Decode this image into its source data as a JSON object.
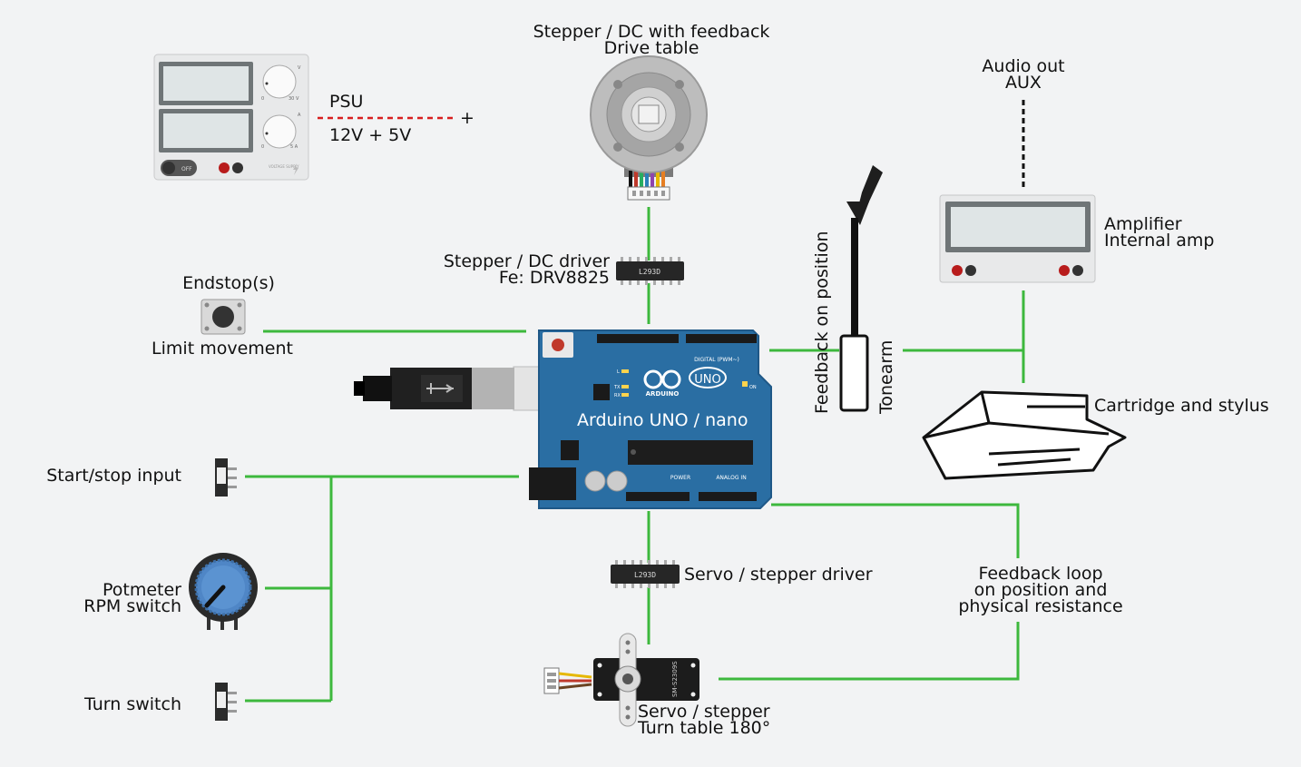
{
  "labels": {
    "drive_title": "Stepper / DC with feedback",
    "drive_sub": "Drive table",
    "psu_title": "PSU",
    "psu_voltage": "12V + 5V",
    "psu_plus": "+",
    "audio_title": "Audio out",
    "audio_sub": "AUX",
    "amp_title": "Amplifier",
    "amp_sub": "Internal amp",
    "driver_title": "Stepper / DC driver",
    "driver_sub": "Fe: DRV8825",
    "endstop_title": "Endstop(s)",
    "endstop_sub": "Limit movement",
    "feedback_position": "Feedback on position",
    "tonearm": "Tonearm",
    "cartridge": "Cartridge and stylus",
    "arduino": "Arduino UNO / nano",
    "start_stop": "Start/stop input",
    "potmeter": "Potmeter",
    "rpm_switch": "RPM switch",
    "turn_switch": "Turn switch",
    "servo_driver": "Servo / stepper driver",
    "servo_title": "Servo / stepper",
    "servo_sub": "Turn table 180°",
    "loop_l1": "Feedback loop",
    "loop_l2": "on position and",
    "loop_l3": "physical resistance"
  },
  "chips": {
    "top_chip": "L293D",
    "bottom_chip": "L293D"
  },
  "board": {
    "logo": "UNO",
    "brand": "ARDUINO",
    "digital": "DIGITAL (PWM~)",
    "power": "POWER",
    "analog": "ANALOG IN",
    "on": "ON",
    "l": "L",
    "tx": "TX",
    "rx": "RX"
  },
  "psu_device": {
    "off": "OFF",
    "v_scale": "30 V",
    "a_scale": "5 A",
    "v_mark": "V",
    "a_mark": "A",
    "zero": "0",
    "brand": "VOLTAGE SUPPLY"
  },
  "servo_device": {
    "model": "SM-S2309S"
  },
  "colors": {
    "wire": "#3db83d",
    "psu_wire": "#d81e1e",
    "board": "#2a6ea3",
    "background": "#f2f3f4"
  }
}
